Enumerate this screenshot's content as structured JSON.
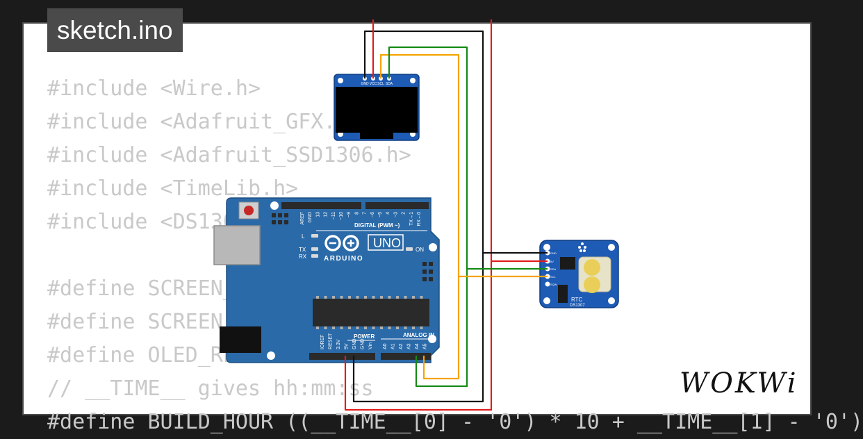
{
  "tab": {
    "filename": "sketch.ino"
  },
  "code": {
    "lines": [
      "#include <Wire.h>",
      "#include <Adafruit_GFX.h>",
      "#include <Adafruit_SSD1306.h>",
      "#include <TimeLib.h>",
      "#include <DS1307RTC.h>",
      "",
      "#define SCREEN_WIDTH 128",
      "#define SCREEN_HEIGHT 64",
      "#define OLED_RESET -1",
      "// __TIME__ gives hh:mm:ss",
      "#define BUILD_HOUR ((__TIME__[0] - '0') * 10 + __TIME__[1] - '0')"
    ]
  },
  "oled": {
    "pins": [
      "GND",
      "VCC",
      "SCL",
      "SDA"
    ]
  },
  "arduino": {
    "brand": "ARDUINO",
    "model": "UNO",
    "digital_label": "DIGITAL (PWM ~)",
    "digital_pins": [
      "AREF",
      "GND",
      "13",
      "12",
      "~11",
      "~10",
      "~9",
      "8",
      "7",
      "~6",
      "~5",
      "4",
      "~3",
      "2",
      "TX→1",
      "RX←0"
    ],
    "led_labels": [
      "L",
      "TX",
      "RX"
    ],
    "on_label": "ON",
    "power_label": "POWER",
    "power_pins": [
      "IOREF",
      "RESET",
      "3.3V",
      "5V",
      "GND",
      "GND",
      "Vin"
    ],
    "analog_label": "ANALOG IN",
    "analog_pins": [
      "A0",
      "A1",
      "A2",
      "A3",
      "A4",
      "A5"
    ]
  },
  "rtc": {
    "label": "RTC",
    "chip": "DS1307",
    "pins": [
      "GND",
      "5V",
      "SDA",
      "SCL",
      "SQW"
    ]
  },
  "logo": {
    "text": "WOKWi"
  },
  "colors": {
    "board": "#2b6aa8",
    "module": "#1e5bb4",
    "wire_red": "#e11c1c",
    "wire_black": "#111111",
    "wire_orange": "#f5a400",
    "wire_green": "#148a14",
    "code_text": "#c9c9c9",
    "tab_bg": "#4a4a4a"
  }
}
